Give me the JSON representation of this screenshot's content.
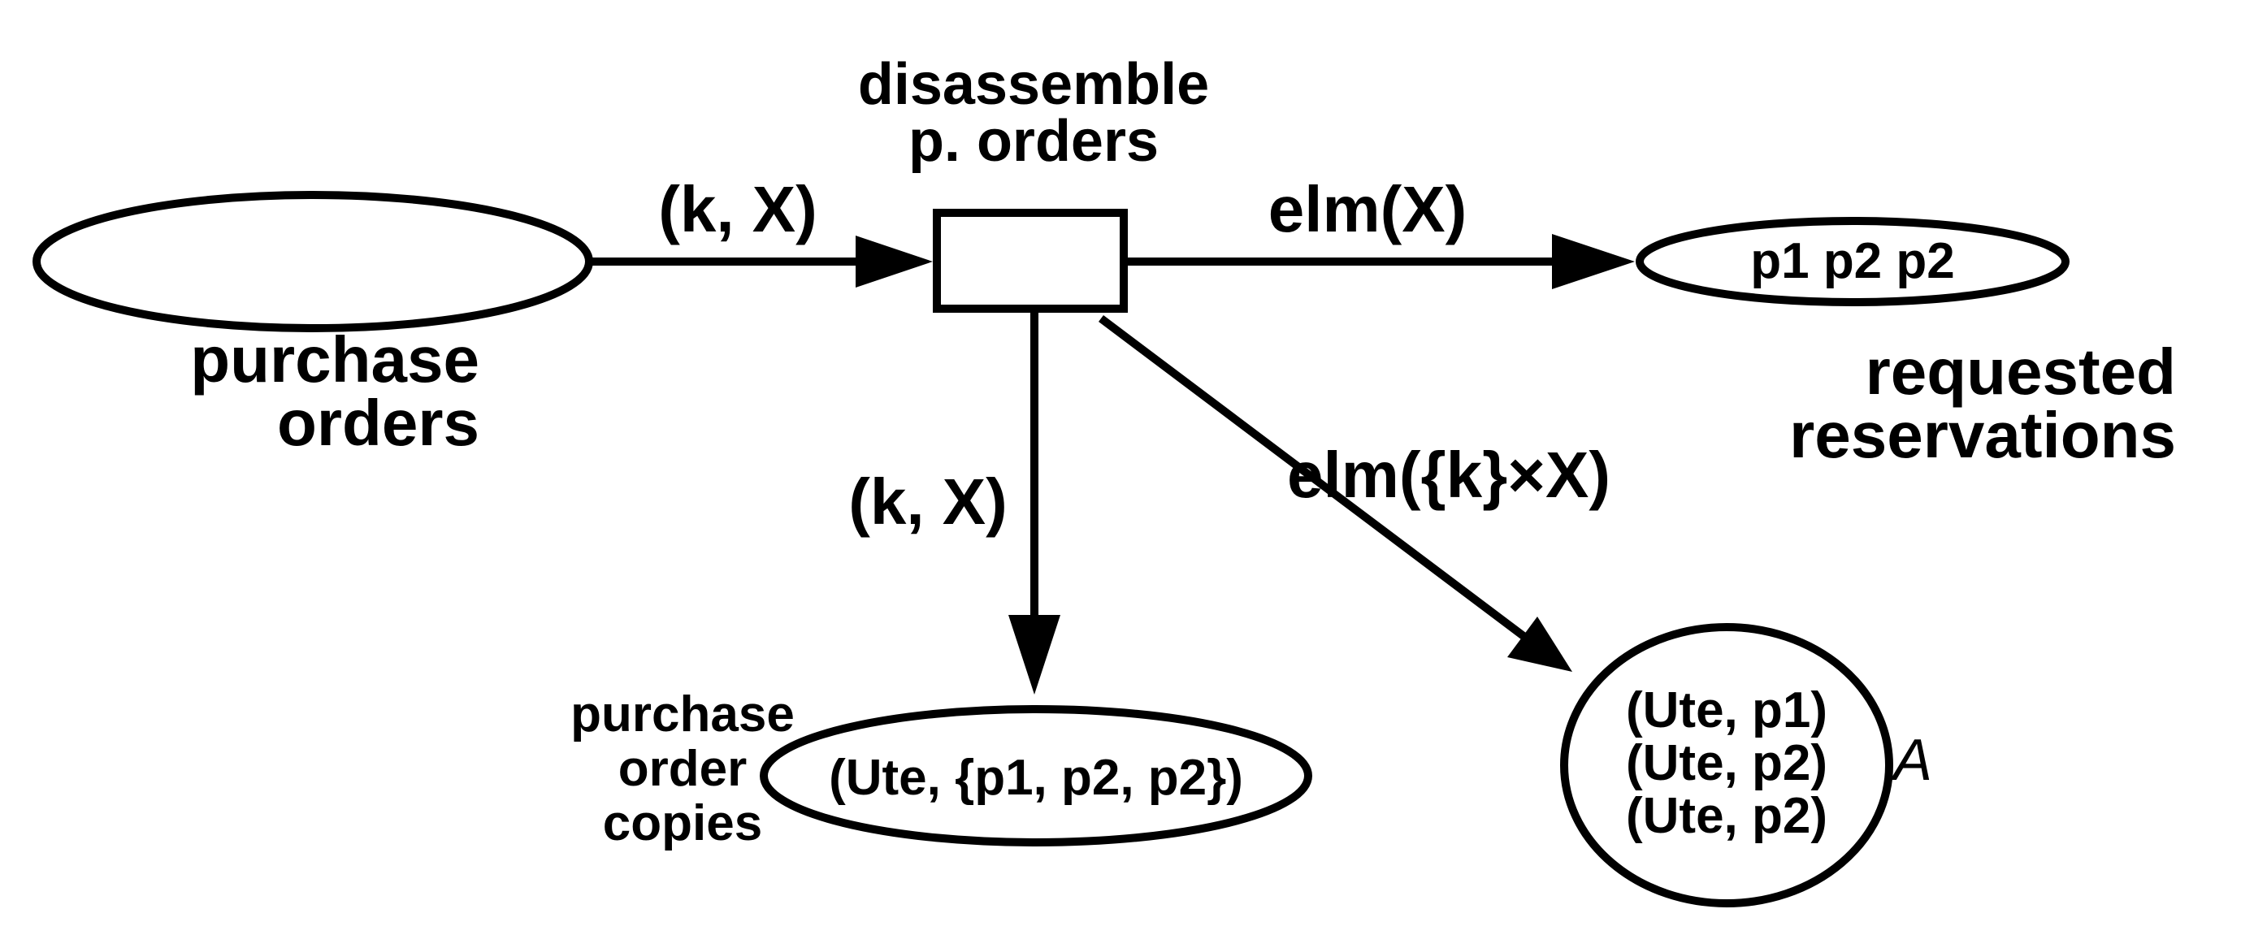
{
  "places": {
    "purchase_orders": {
      "label_lines": [
        "purchase",
        "orders"
      ],
      "tokens": []
    },
    "requested_reservations": {
      "label_lines": [
        "requested",
        "reservations"
      ],
      "tokens": [
        "p1 p2 p2"
      ]
    },
    "purchase_order_copies": {
      "label_lines": [
        "purchase",
        "order",
        "copies"
      ],
      "tokens": [
        "(Ute, {p1, p2, p2})"
      ]
    },
    "place_a": {
      "label": "A",
      "tokens": [
        "(Ute, p1)",
        "(Ute, p2)",
        "(Ute, p2)"
      ]
    }
  },
  "transition": {
    "label_lines": [
      "disassemble",
      "p. orders"
    ]
  },
  "arcs": {
    "input": "(k, X)",
    "to_reservations": "elm(X)",
    "to_copies": "(k, X)",
    "to_a": "elm({k}×X)"
  }
}
